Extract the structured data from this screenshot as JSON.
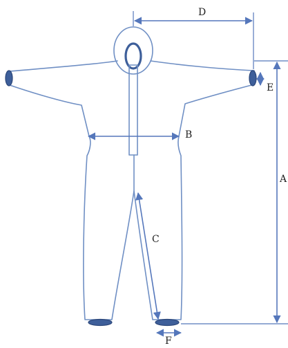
{
  "labels": {
    "a": "A",
    "b": "B",
    "c": "C",
    "d": "D",
    "e": "E",
    "f": "F"
  },
  "colors": {
    "outline": "#6f8fc4",
    "dimension_line": "#5577bb",
    "cuff_fill": "#3e5f9a",
    "text": "#222222"
  },
  "icons": {
    "arrowhead": "arrowhead-icon"
  }
}
